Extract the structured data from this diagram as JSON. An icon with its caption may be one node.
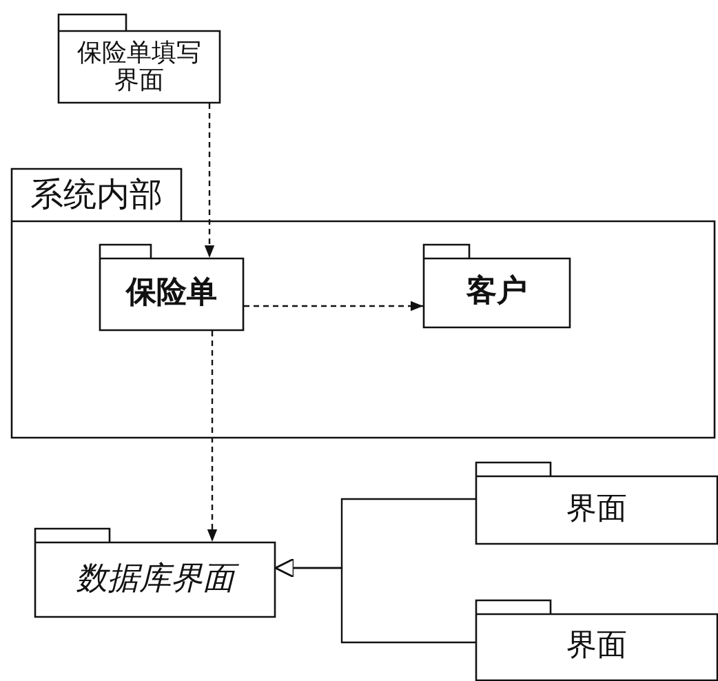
{
  "diagram": {
    "nodes": [
      {
        "text": [
          "保险单填写界面"
        ]
      },
      {
        "text": [
          "系统内部"
        ]
      },
      {
        "text": [
          "保险单"
        ],
        "in": 1
      },
      {
        "text": [
          "客户"
        ],
        "in": 1
      },
      {
        "text": [
          "数据库界面"
        ]
      },
      {
        "text": [
          "界面"
        ]
      },
      {
        "text": [
          "界面"
        ]
      }
    ],
    "edges": [
      {
        "from": 0,
        "to": 2,
        "arrow": "to",
        "style": "dashed"
      },
      {
        "from": 2,
        "to": 3,
        "arrow": "to",
        "style": "dashed"
      },
      {
        "from": 2,
        "to": 4,
        "arrow": "to",
        "style": "dashed"
      },
      {
        "from": 5,
        "to": 4,
        "arrow": "to"
      },
      {
        "from": 6,
        "to": 4,
        "arrow": "to"
      }
    ]
  }
}
